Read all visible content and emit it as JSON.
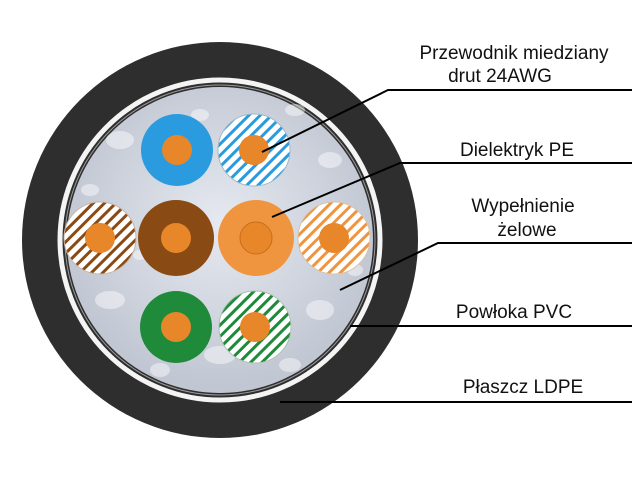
{
  "labels": {
    "conductor_line1": "Przewodnik miedziany",
    "conductor_line2": "drut 24AWG",
    "dielectric": "Dielektryk PE",
    "filler_line1": "Wypełnienie",
    "filler_line2": "żelowe",
    "pvc": "Powłoka PVC",
    "jacket": "Płaszcz LDPE"
  },
  "colors": {
    "outer_jacket": "#2e2e2e",
    "pvc_sheath": "#f2f2f2",
    "gel_filler": "#c9ced8",
    "copper": "#e8862a",
    "blue": "#2b9be0",
    "brown": "#8a4a14",
    "orange": "#ef9540",
    "green": "#1f8a3a"
  },
  "wires": [
    {
      "name": "blue",
      "pattern": "solid"
    },
    {
      "name": "white-blue",
      "pattern": "striped"
    },
    {
      "name": "white-brown",
      "pattern": "striped"
    },
    {
      "name": "brown",
      "pattern": "solid"
    },
    {
      "name": "orange",
      "pattern": "solid"
    },
    {
      "name": "white-orange",
      "pattern": "striped"
    },
    {
      "name": "green",
      "pattern": "solid"
    },
    {
      "name": "white-green",
      "pattern": "striped"
    }
  ]
}
